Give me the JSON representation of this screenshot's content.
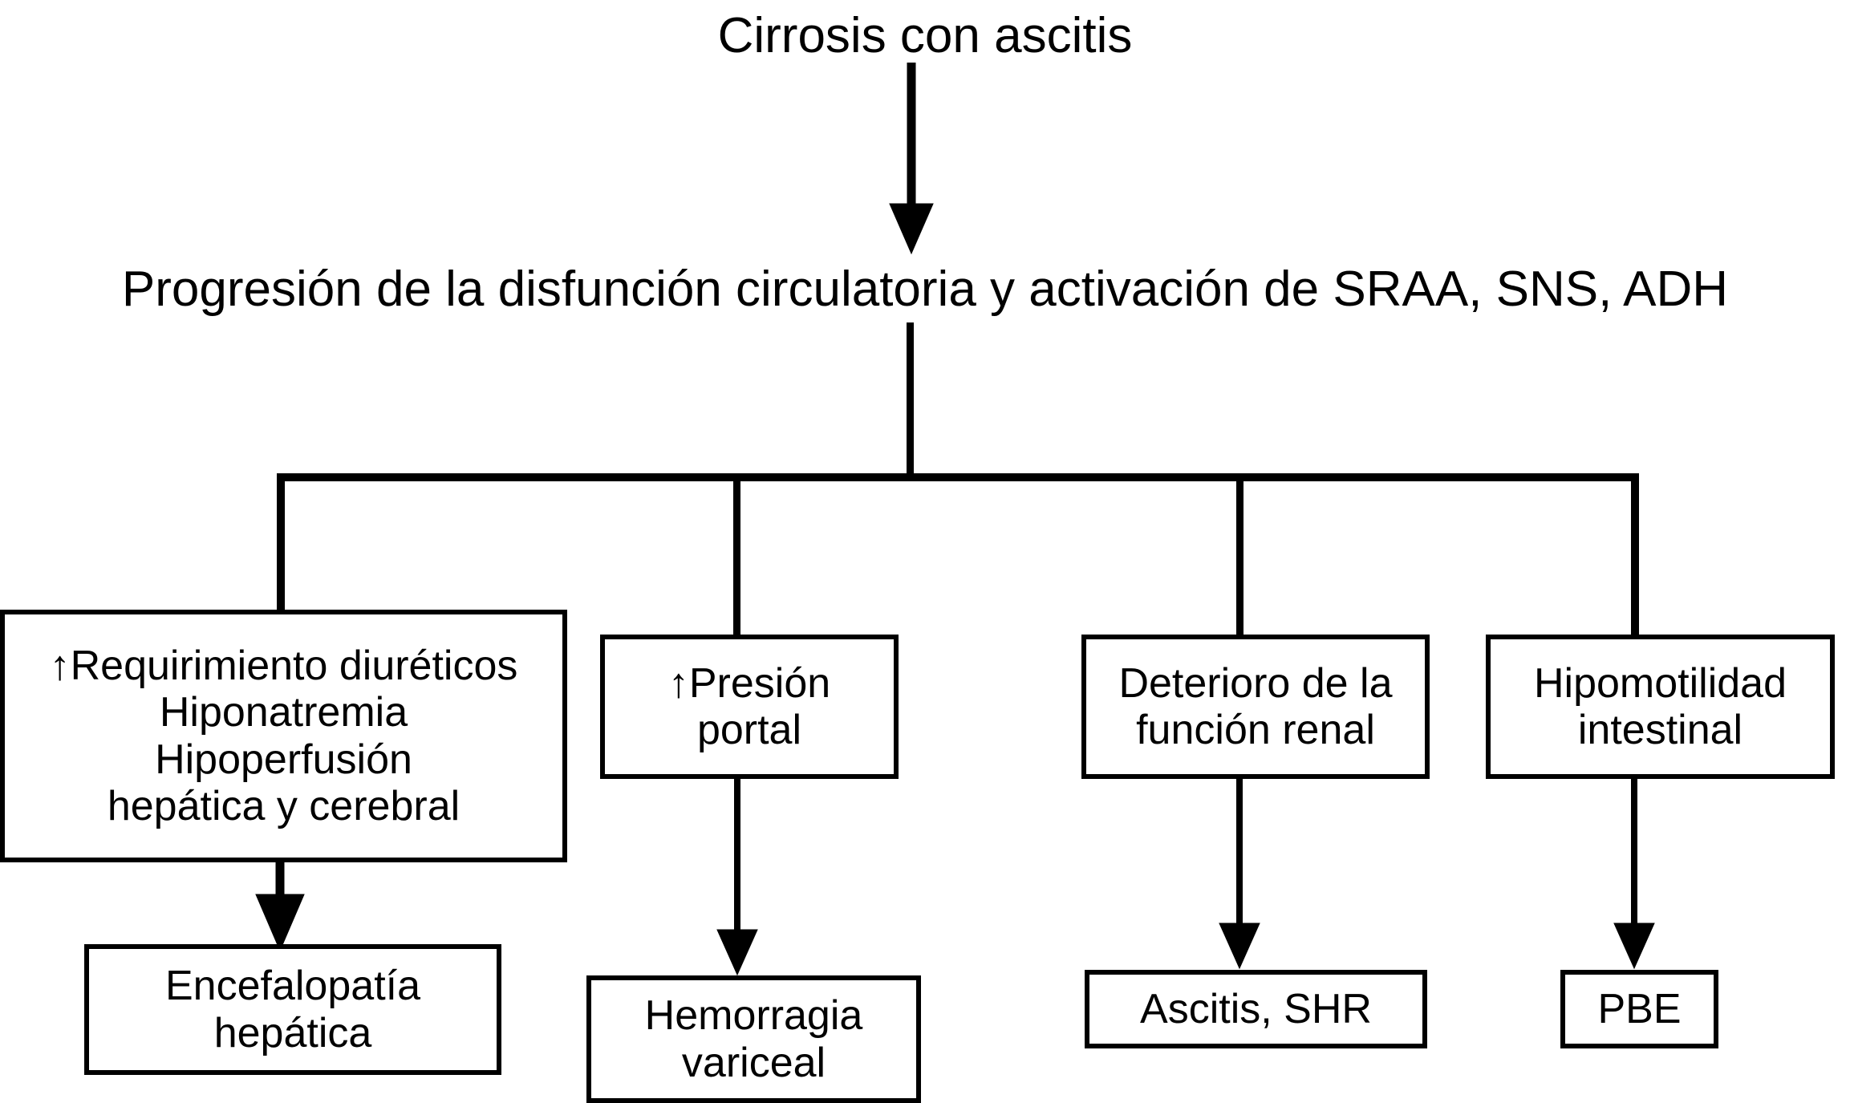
{
  "diagram": {
    "title": "Cirrosis con ascitis",
    "subtitle": "Progresión de la disfunción circulatoria y activación de SRAA, SNS, ADH",
    "language": "es",
    "type": "flowchart",
    "line_color": "#000000",
    "background_color": "#ffffff",
    "nodes": {
      "root": {
        "label": "Cirrosis con ascitis"
      },
      "progression": {
        "label": "Progresión de la disfunción circulatoria y activación de SRAA, SNS, ADH"
      },
      "branch1": {
        "label": "↑Requirimiento diuréticos\nHiponatremia\nHipoperfusión\nhepática y cerebral"
      },
      "branch2": {
        "label": "↑Presión\nportal"
      },
      "branch3": {
        "label": "Deterioro de la\nfunción renal"
      },
      "branch4": {
        "label": "Hipomotilidad\nintestinal"
      },
      "outcome1": {
        "label": "Encefalopatía\nhepática"
      },
      "outcome2": {
        "label": "Hemorragia\nvariceal"
      },
      "outcome3": {
        "label": "Ascitis, SHR"
      },
      "outcome4": {
        "label": "PBE"
      }
    },
    "edges": [
      {
        "from": "root",
        "to": "progression",
        "style": "arrow"
      },
      {
        "from": "progression",
        "to": "branch1",
        "style": "elbow"
      },
      {
        "from": "progression",
        "to": "branch2",
        "style": "elbow"
      },
      {
        "from": "progression",
        "to": "branch3",
        "style": "elbow"
      },
      {
        "from": "progression",
        "to": "branch4",
        "style": "elbow"
      },
      {
        "from": "branch1",
        "to": "outcome1",
        "style": "arrow"
      },
      {
        "from": "branch2",
        "to": "outcome2",
        "style": "arrow"
      },
      {
        "from": "branch3",
        "to": "outcome3",
        "style": "arrow"
      },
      {
        "from": "branch4",
        "to": "outcome4",
        "style": "arrow"
      }
    ]
  }
}
